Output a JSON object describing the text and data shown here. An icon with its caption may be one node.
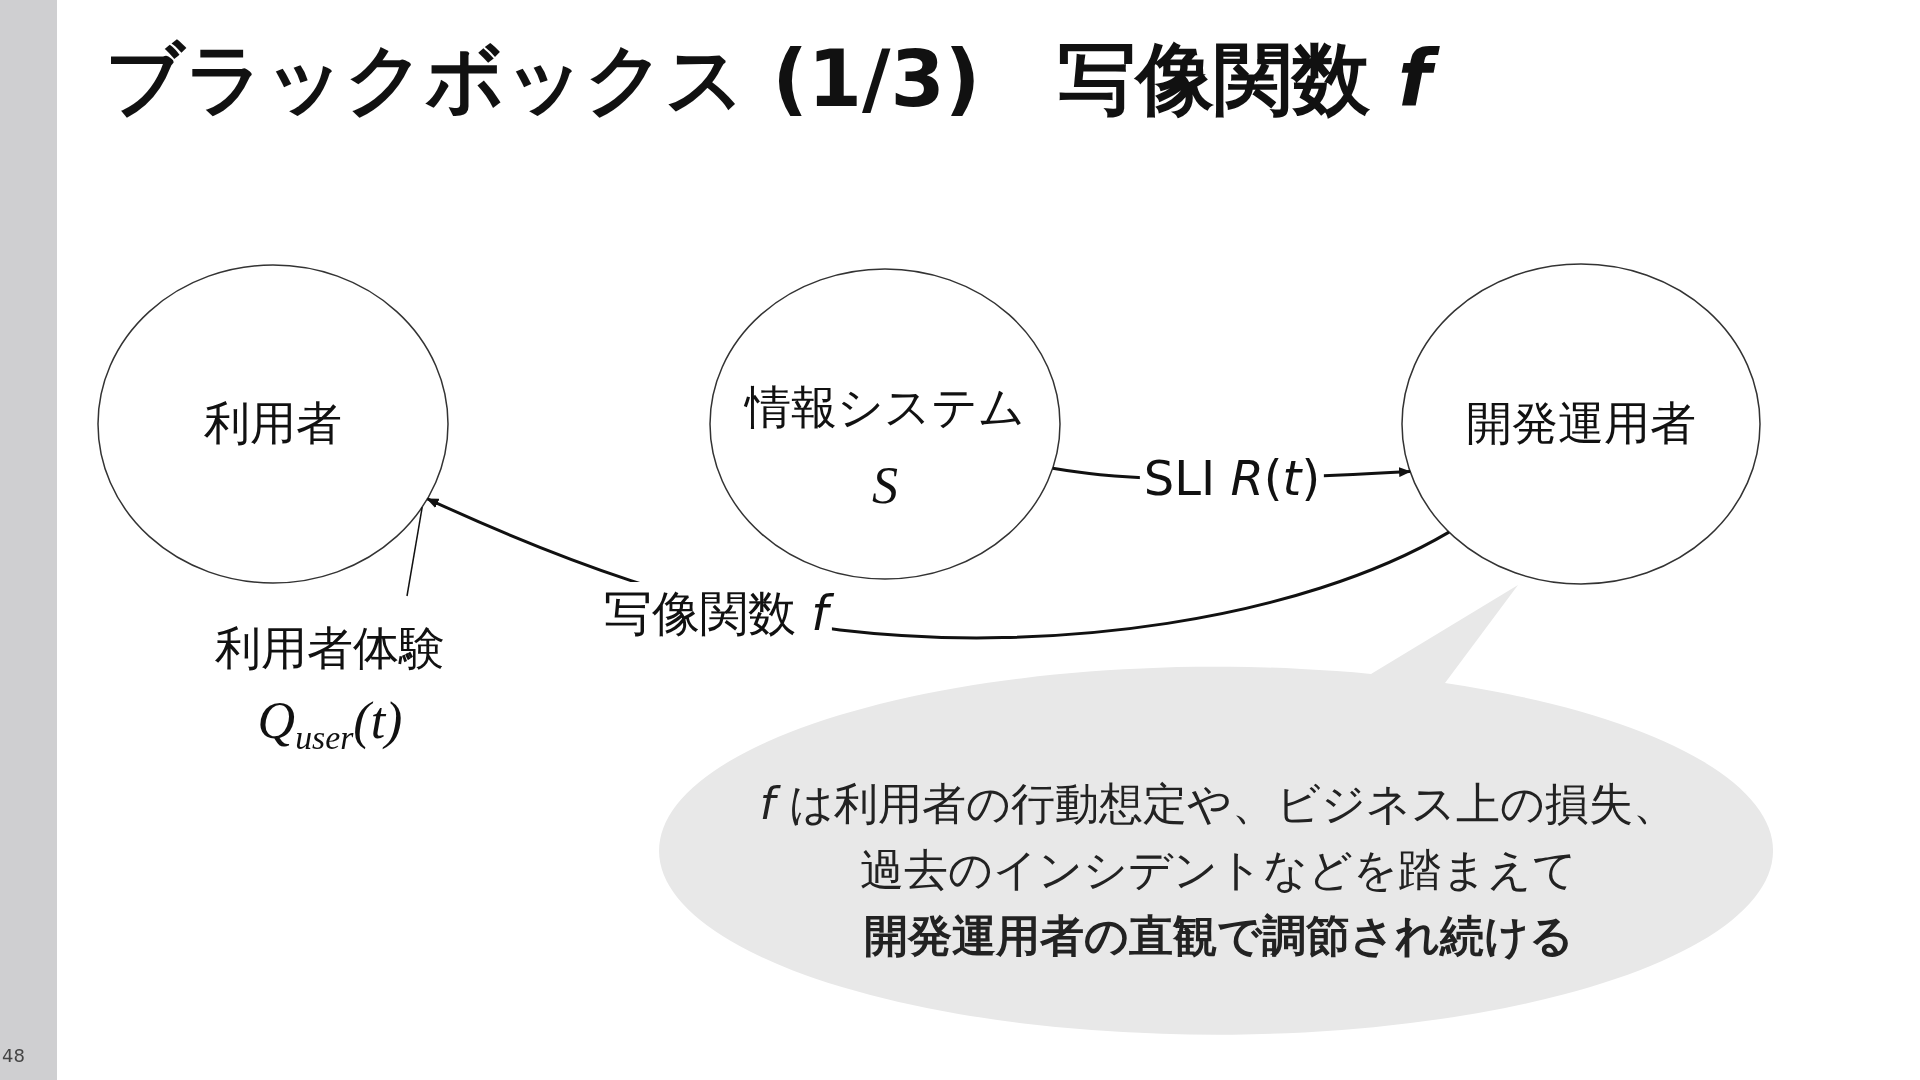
{
  "diagram": {
    "title": "ブラックボックス (1/3)　写像関数 *f*",
    "nodes": [
      {
        "text": [
          "利用者"
        ]
      },
      {
        "text": [
          "情報システム",
          "S"
        ]
      },
      {
        "text": [
          "開発運用者"
        ]
      },
      {
        "text": [
          "利用者体験",
          "Q$_{user}$(t)"
        ]
      },
      {
        "text": [
          "*f* は利用者の行動想定や、ビジネス上の損失、",
          "過去のインシデントなどを踏まえて",
          "開発運用者の直観で調節され続ける"
        ]
      }
    ],
    "edges": [
      {
        "from": 1,
        "to": 2,
        "arrow": "to",
        "label": "SLI *R*(*t*)"
      },
      {
        "from": 2,
        "to": 0,
        "arrow": "to",
        "label": "写像関数 *f*"
      },
      {
        "from": 3,
        "to": 0,
        "arrow": "none"
      }
    ],
    "labels": [
      "48"
    ]
  }
}
